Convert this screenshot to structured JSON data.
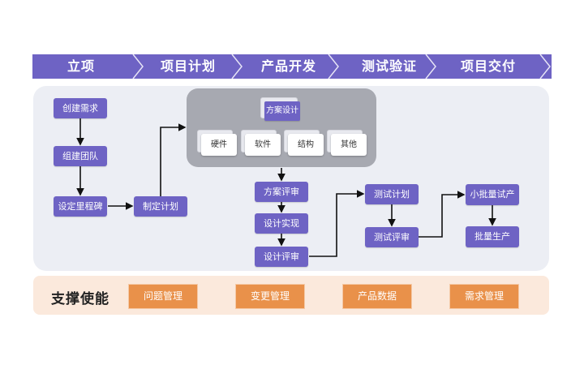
{
  "phases": [
    "立项",
    "项目计划",
    "产品开发",
    "测试验证",
    "项目交付"
  ],
  "flow": {
    "initiation": [
      "创建需求",
      "组建团队",
      "设定里程碑"
    ],
    "plan": "制定计划",
    "design": {
      "title": "方案设计",
      "items": [
        "硬件",
        "软件",
        "结构",
        "其他"
      ]
    },
    "development": [
      "方案评审",
      "设计实现",
      "设计评审"
    ],
    "testing": [
      "测试计划",
      "测试评审"
    ],
    "delivery": [
      "小批量试产",
      "批量生产"
    ]
  },
  "support": {
    "title": "支撑使能",
    "items": [
      "问题管理",
      "变更管理",
      "产品数据",
      "需求管理"
    ]
  },
  "colors": {
    "primary": "#6e63c4",
    "panel": "#eceef4",
    "design_panel": "#a7a9b1",
    "support_bg": "#fbe9dc",
    "support_box": "#e9914a"
  }
}
